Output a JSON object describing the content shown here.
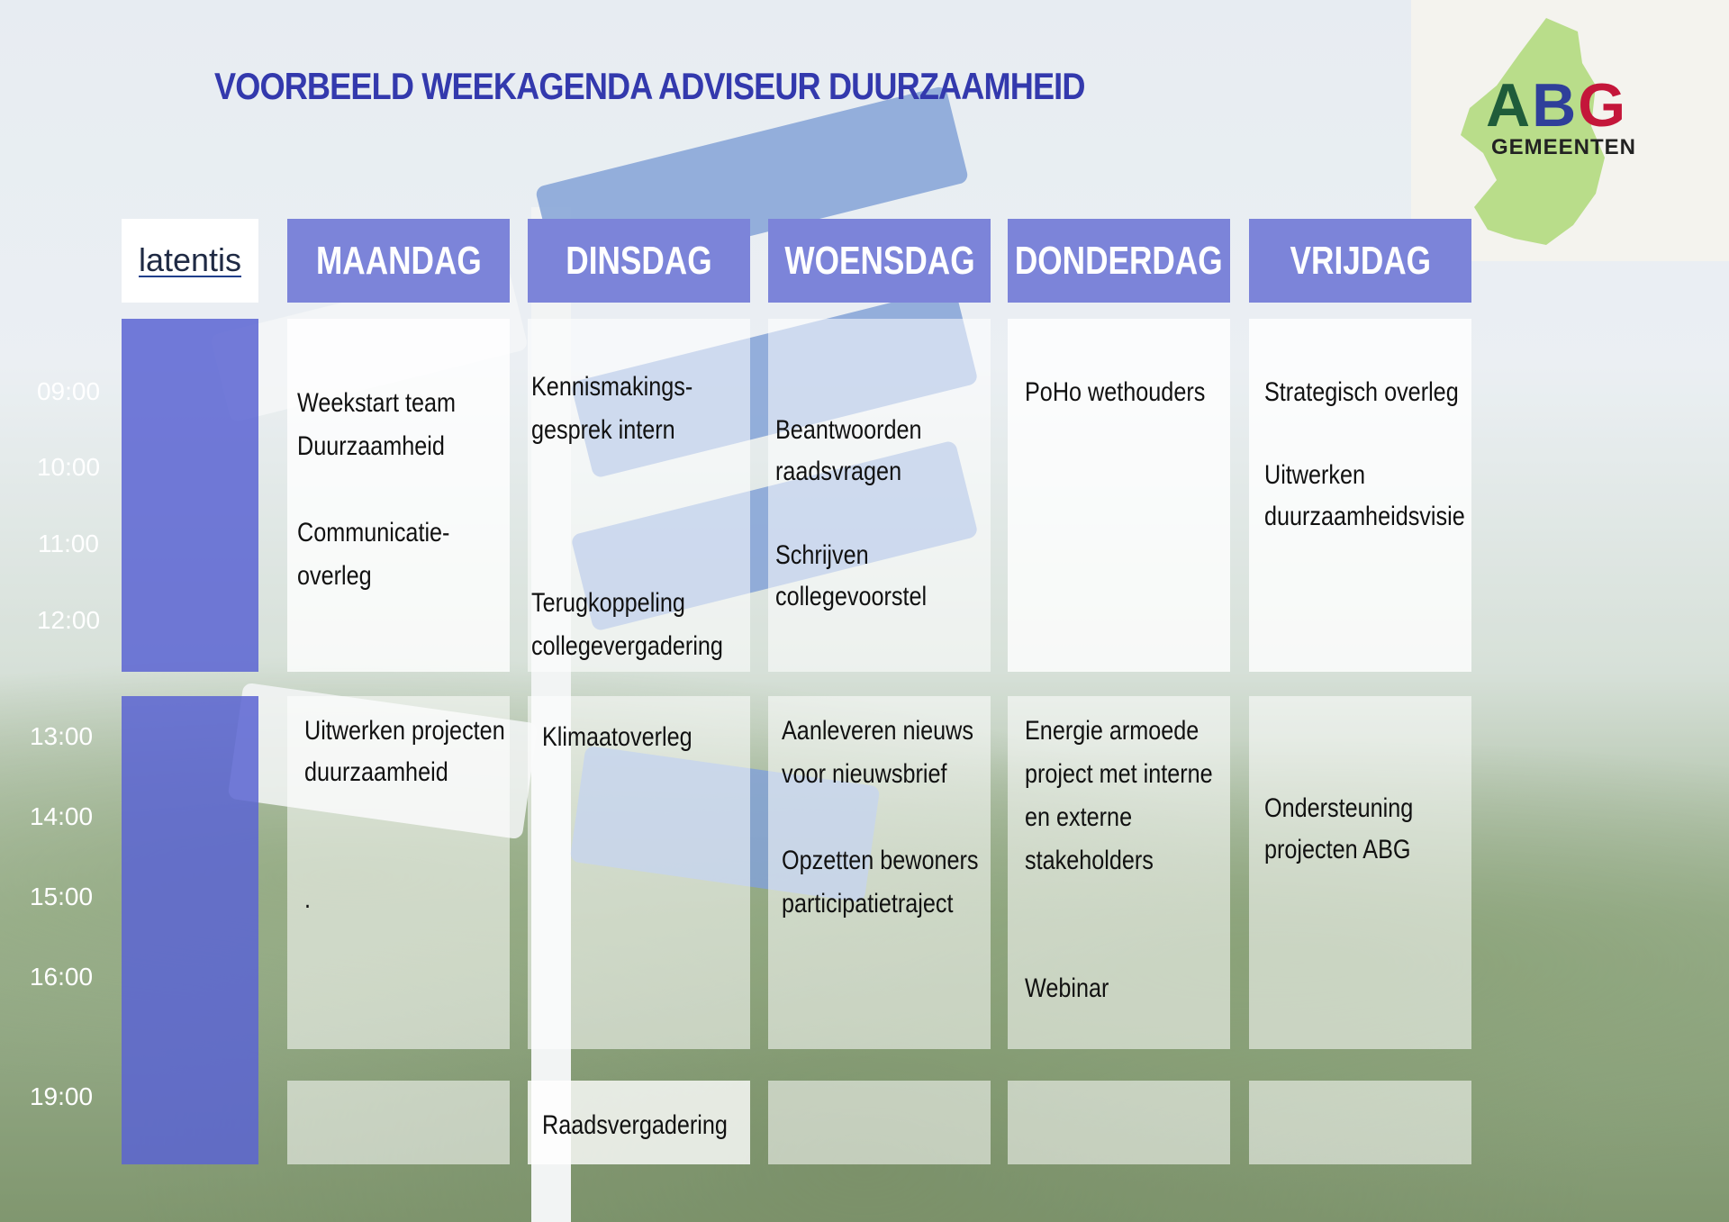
{
  "title": "VOORBEELD WEEKAGENDA ADVISEUR DUURZAAMHEID",
  "logos": {
    "latentis": "latentis",
    "abg_letters": [
      "A",
      "B",
      "G"
    ],
    "abg_sub": "GEMEENTEN"
  },
  "colors": {
    "title": "#3339ad",
    "header_bg": "#7c84d9",
    "time_col_bg": "#5a64d2",
    "abg_a": "#1f5c3a",
    "abg_b": "#2f3f9a",
    "abg_g": "#c4163a",
    "map_green": "#b9dd8a"
  },
  "days": [
    "MAANDAG",
    "DINSDAG",
    "WOENSDAG",
    "DONDERDAG",
    "VRIJDAG"
  ],
  "times": [
    "09:00",
    "10:00",
    "11:00",
    "12:00",
    "13:00",
    "14:00",
    "15:00",
    "16:00",
    "19:00"
  ],
  "morning": {
    "maandag": [
      "Weekstart team",
      "Duurzaamheid",
      "Communicatie-",
      "overleg"
    ],
    "dinsdag": [
      "Kennismakings-",
      "gesprek intern",
      "Terugkoppeling",
      "collegevergadering"
    ],
    "woensdag": [
      "Beantwoorden",
      "raadsvragen",
      "Schrijven",
      "collegevoorstel"
    ],
    "donderdag": [
      "PoHo wethouders"
    ],
    "vrijdag": [
      "Strategisch overleg",
      "Uitwerken",
      "duurzaamheidsvisie"
    ]
  },
  "afternoon": {
    "maandag": [
      "Uitwerken projecten",
      "duurzaamheid",
      "."
    ],
    "dinsdag": [
      "Klimaatoverleg"
    ],
    "woensdag": [
      "Aanleveren nieuws",
      "voor nieuwsbrief",
      "Opzetten bewoners",
      "participatietraject"
    ],
    "donderdag": [
      "Energie armoede",
      "project met interne",
      "en externe",
      "stakeholders",
      "Webinar"
    ],
    "vrijdag": [
      "Ondersteuning",
      "projecten ABG"
    ]
  },
  "evening": {
    "dinsdag": [
      "Raadsvergadering"
    ]
  }
}
